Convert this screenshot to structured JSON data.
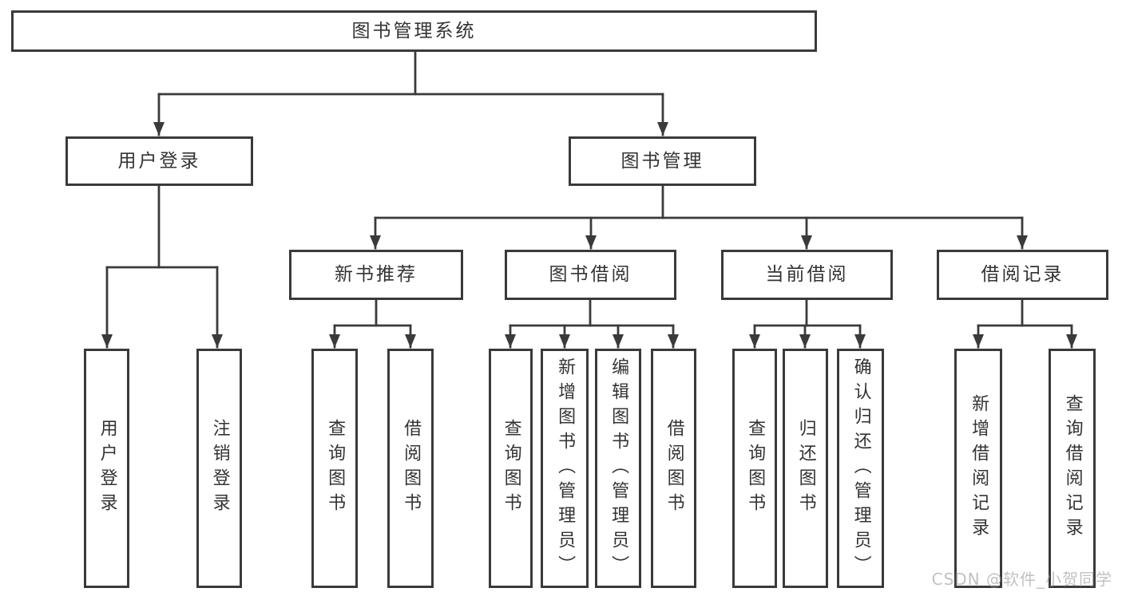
{
  "diagram": {
    "title_node": "图书管理系统",
    "root": {
      "label": "图书管理系统"
    },
    "branches": [
      {
        "label": "用户登录",
        "leaves": [
          "用户登录",
          "注销登录"
        ]
      },
      {
        "label": "图书管理",
        "groups": [
          {
            "label": "新书推荐",
            "leaves": [
              "查询图书",
              "借阅图书"
            ]
          },
          {
            "label": "图书借阅",
            "leaves": [
              "查询图书",
              "新增图书（管理员）",
              "编辑图书（管理员）",
              "借阅图书"
            ]
          },
          {
            "label": "当前借阅",
            "leaves": [
              "查询图书",
              "归还图书",
              "确认归还（管理员）"
            ]
          },
          {
            "label": "借阅记录",
            "leaves": [
              "新增借阅记录",
              "查询借阅记录"
            ]
          }
        ]
      }
    ]
  },
  "watermark": "CSDN @软件_小贺同学",
  "colors": {
    "line": "#3a3a3a",
    "border": "#3a3a3a",
    "text": "#333333",
    "background": "#ffffff",
    "watermark": "#9b9b9b"
  }
}
